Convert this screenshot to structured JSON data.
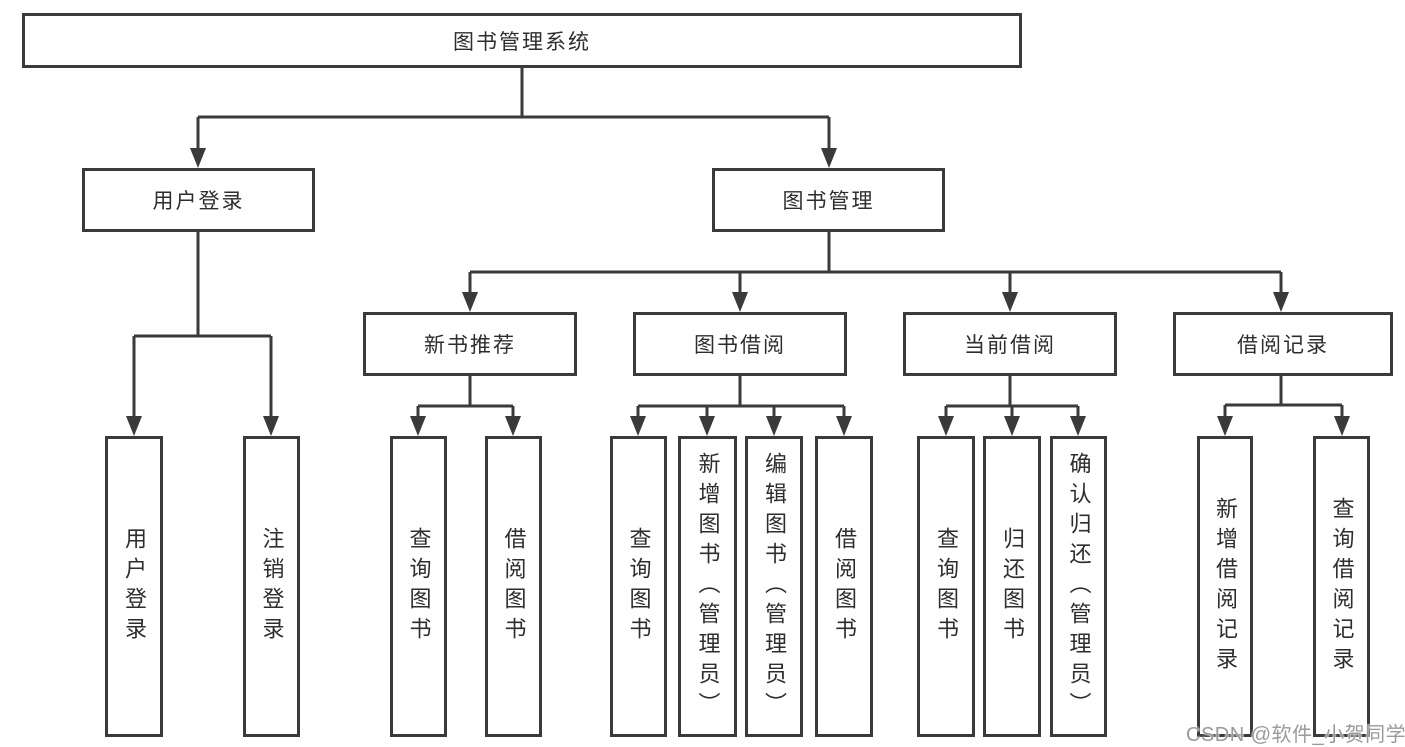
{
  "colors": {
    "background": "#ffffff",
    "line": "#3a3a3a",
    "box_border": "#3a3a3a",
    "text": "#2e2e2e",
    "watermark": "#9a9a9a"
  },
  "diagram": {
    "type": "tree",
    "root": {
      "label": "图书管理系统",
      "children": [
        {
          "label": "用户登录",
          "children": [
            {
              "label": "用户登录"
            },
            {
              "label": "注销登录"
            }
          ]
        },
        {
          "label": "图书管理",
          "children": [
            {
              "label": "新书推荐",
              "children": [
                {
                  "label": "查询图书"
                },
                {
                  "label": "借阅图书"
                }
              ]
            },
            {
              "label": "图书借阅",
              "children": [
                {
                  "label": "查询图书"
                },
                {
                  "label": "新增图书（管理员）"
                },
                {
                  "label": "编辑图书（管理员）"
                },
                {
                  "label": "借阅图书"
                }
              ]
            },
            {
              "label": "当前借阅",
              "children": [
                {
                  "label": "查询图书"
                },
                {
                  "label": "归还图书"
                },
                {
                  "label": "确认归还（管理员）"
                }
              ]
            },
            {
              "label": "借阅记录",
              "children": [
                {
                  "label": "新增借阅记录"
                },
                {
                  "label": "查询借阅记录"
                }
              ]
            }
          ]
        }
      ]
    }
  },
  "watermark": {
    "text": "CSDN @软件_小贺同学"
  }
}
